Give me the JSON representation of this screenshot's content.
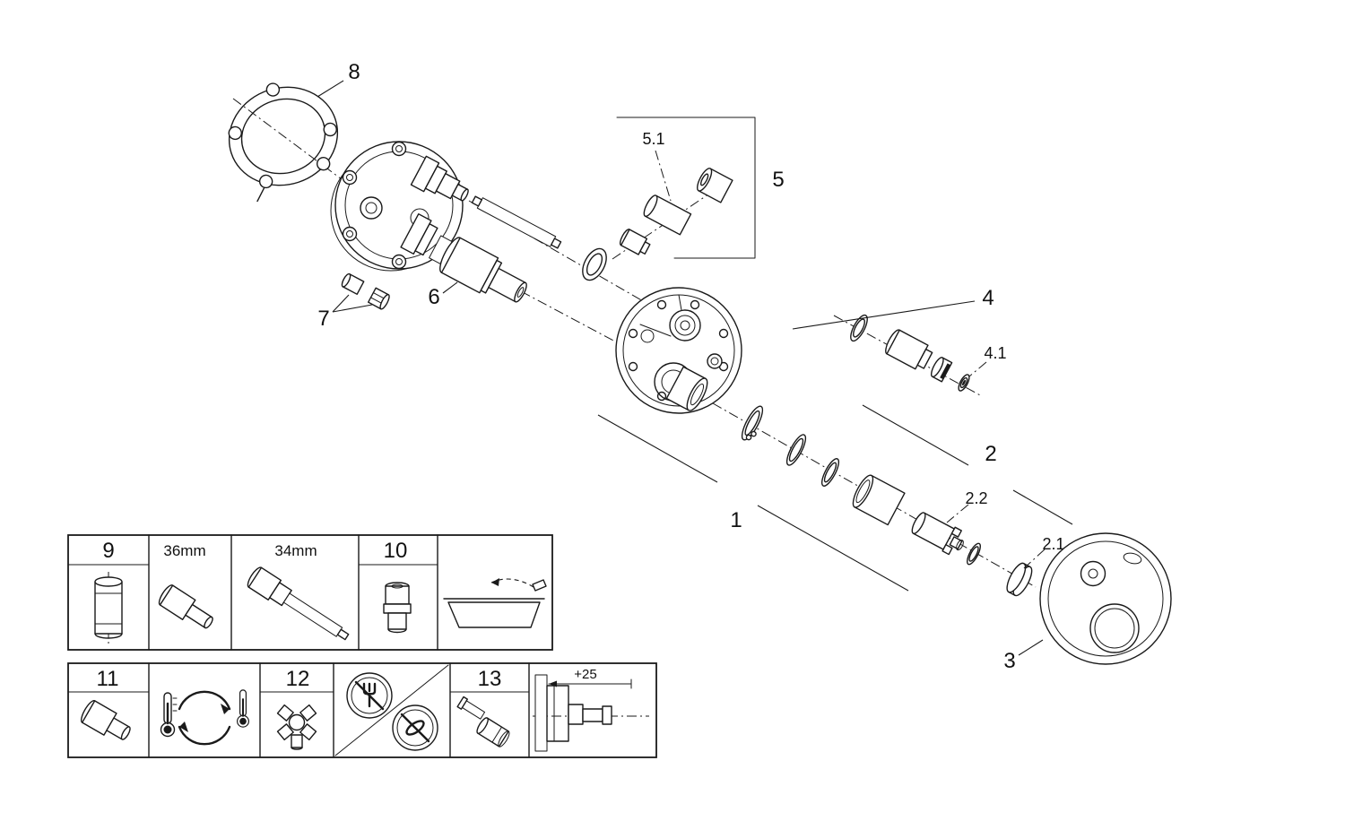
{
  "diagram": {
    "type": "exploded-parts-diagram",
    "background": "#ffffff",
    "line_color": "#1a1a1a",
    "callouts": {
      "c1": "1",
      "c2": "2",
      "c2_1": "2.1",
      "c2_2": "2.2",
      "c3": "3",
      "c4": "4",
      "c4_1": "4.1",
      "c5": "5",
      "c5_1": "5.1",
      "c6": "6",
      "c7": "7",
      "c8": "8"
    },
    "legend": {
      "row1": {
        "item9": "9",
        "dim36": "36mm",
        "dim34": "34mm",
        "item10": "10"
      },
      "row2": {
        "item11": "11",
        "item12": "12",
        "item13": "13",
        "dim25": "+25"
      }
    },
    "icons": {
      "gasket": "part-8-gasket",
      "valve_body": "concealed-valve-body",
      "plate": "mounting-plate",
      "escutcheon": "escutcheon-plate-two-buttons",
      "bathtub": "bathtub-icon",
      "thermometers": "temperature-adjust-icon",
      "prohibition": "no-tools-icons",
      "wall_section": "wall-cross-section-icon"
    }
  }
}
